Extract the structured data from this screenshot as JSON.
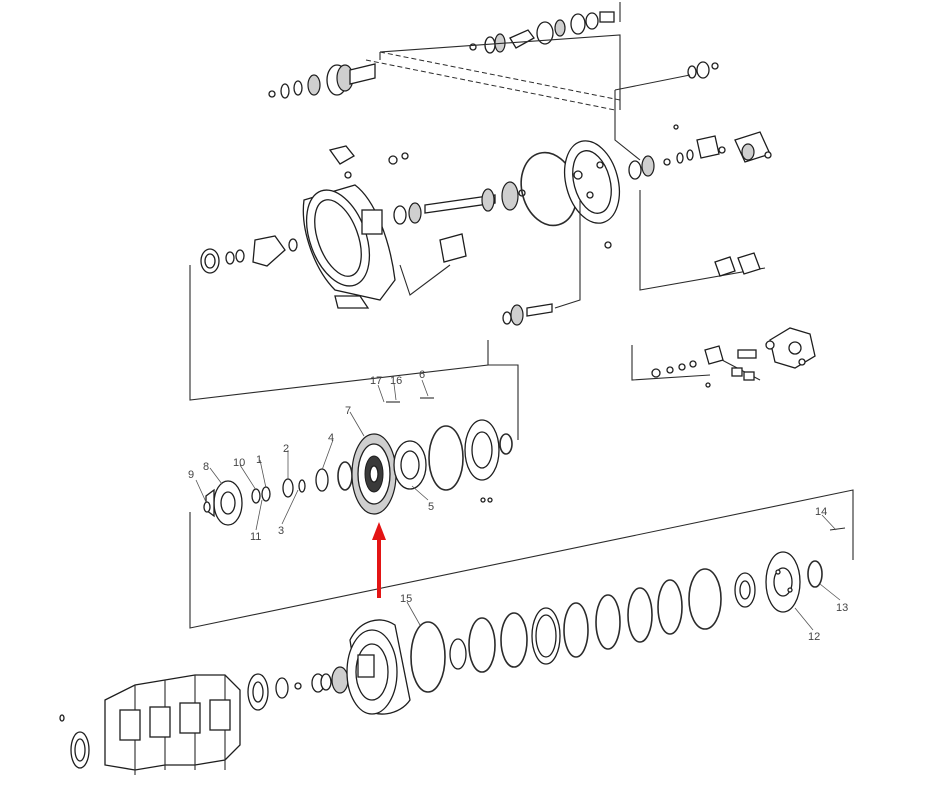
{
  "diagram": {
    "callouts": [
      "17",
      "16",
      "6",
      "7",
      "5",
      "4",
      "2",
      "3",
      "10",
      "1",
      "11",
      "9",
      "8",
      "14",
      "15",
      "13",
      "12"
    ],
    "colors": {
      "line": "#2b2b2b",
      "arrow": "#e31414",
      "background": "#ffffff"
    },
    "pointer": "red-arrow-pointing-to-part-7"
  }
}
